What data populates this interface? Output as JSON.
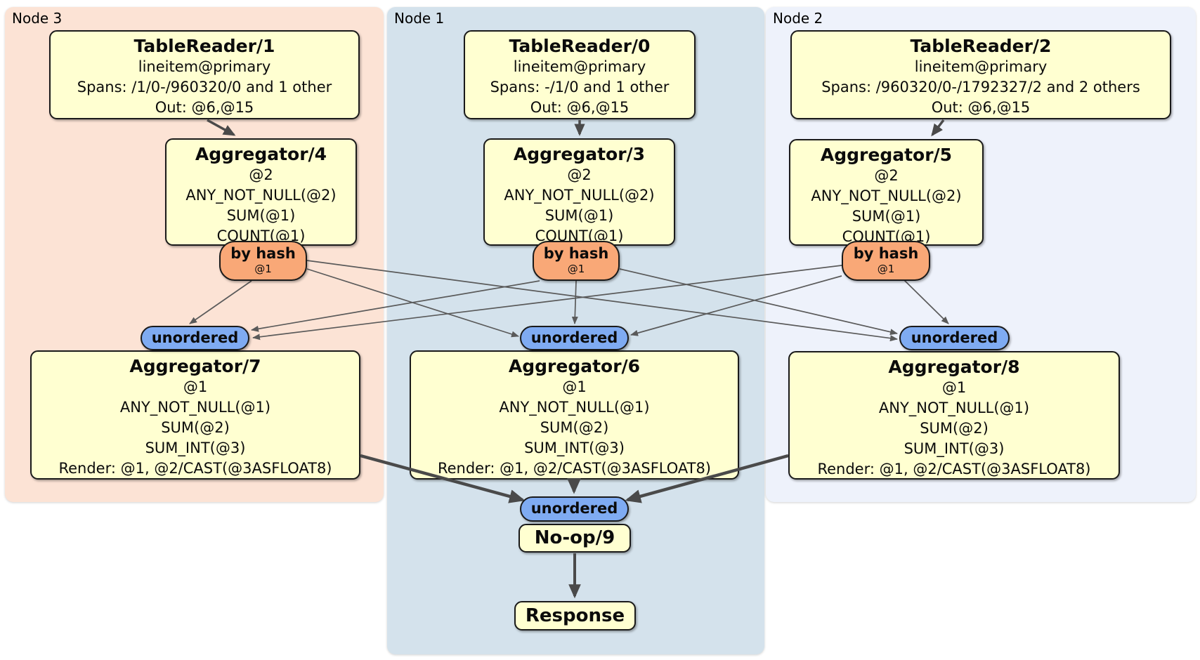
{
  "colors": {
    "panel_node3": "#fce3d5",
    "panel_node1": "#d4e2ec",
    "panel_node2": "#eef2fb",
    "box_fill": "#ffffd1",
    "router_fill": "#f9a877",
    "sync_fill": "#7fabf2",
    "edge_color": "#4f4f4f"
  },
  "panels": {
    "node3": {
      "label": "Node 3"
    },
    "node1": {
      "label": "Node 1"
    },
    "node2": {
      "label": "Node 2"
    }
  },
  "processors": {
    "tr1": {
      "title": "TableReader/1",
      "lines": [
        "lineitem@primary",
        "Spans: /1/0-/960320/0 and 1 other",
        "Out: @6,@15"
      ]
    },
    "tr0": {
      "title": "TableReader/0",
      "lines": [
        "lineitem@primary",
        "Spans: -/1/0 and 1 other",
        "Out: @6,@15"
      ]
    },
    "tr2": {
      "title": "TableReader/2",
      "lines": [
        "lineitem@primary",
        "Spans: /960320/0-/1792327/2 and 2 others",
        "Out: @6,@15"
      ]
    },
    "agg4": {
      "title": "Aggregator/4",
      "lines": [
        "@2",
        "ANY_NOT_NULL(@2)",
        "SUM(@1)",
        "COUNT(@1)"
      ]
    },
    "agg3": {
      "title": "Aggregator/3",
      "lines": [
        "@2",
        "ANY_NOT_NULL(@2)",
        "SUM(@1)",
        "COUNT(@1)"
      ]
    },
    "agg5": {
      "title": "Aggregator/5",
      "lines": [
        "@2",
        "ANY_NOT_NULL(@2)",
        "SUM(@1)",
        "COUNT(@1)"
      ]
    },
    "agg7": {
      "title": "Aggregator/7",
      "lines": [
        "@1",
        "ANY_NOT_NULL(@1)",
        "SUM(@2)",
        "SUM_INT(@3)",
        "Render: @1, @2/CAST(@3ASFLOAT8)"
      ]
    },
    "agg6": {
      "title": "Aggregator/6",
      "lines": [
        "@1",
        "ANY_NOT_NULL(@1)",
        "SUM(@2)",
        "SUM_INT(@3)",
        "Render: @1, @2/CAST(@3ASFLOAT8)"
      ]
    },
    "agg8": {
      "title": "Aggregator/8",
      "lines": [
        "@1",
        "ANY_NOT_NULL(@1)",
        "SUM(@2)",
        "SUM_INT(@3)",
        "Render: @1, @2/CAST(@3ASFLOAT8)"
      ]
    },
    "noop": {
      "title": "No-op/9"
    },
    "response": {
      "title": "Response"
    }
  },
  "routers": {
    "r4": {
      "label": "by hash",
      "detail": "@1"
    },
    "r3": {
      "label": "by hash",
      "detail": "@1"
    },
    "r5": {
      "label": "by hash",
      "detail": "@1"
    }
  },
  "syncs": {
    "u7": {
      "label": "unordered"
    },
    "u6": {
      "label": "unordered"
    },
    "u8": {
      "label": "unordered"
    },
    "u9": {
      "label": "unordered"
    }
  }
}
